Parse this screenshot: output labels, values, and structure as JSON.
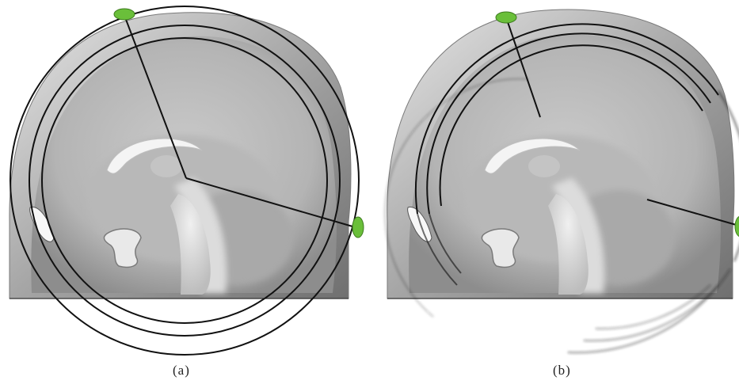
{
  "figure": {
    "panels": [
      {
        "id": "a",
        "caption": "(a)"
      },
      {
        "id": "b",
        "caption": "(b)"
      }
    ],
    "colors": {
      "background": "#ffffff",
      "electrode": "#6abf3a",
      "outline": "#111111",
      "head_gray": "#8f8f8f"
    }
  }
}
